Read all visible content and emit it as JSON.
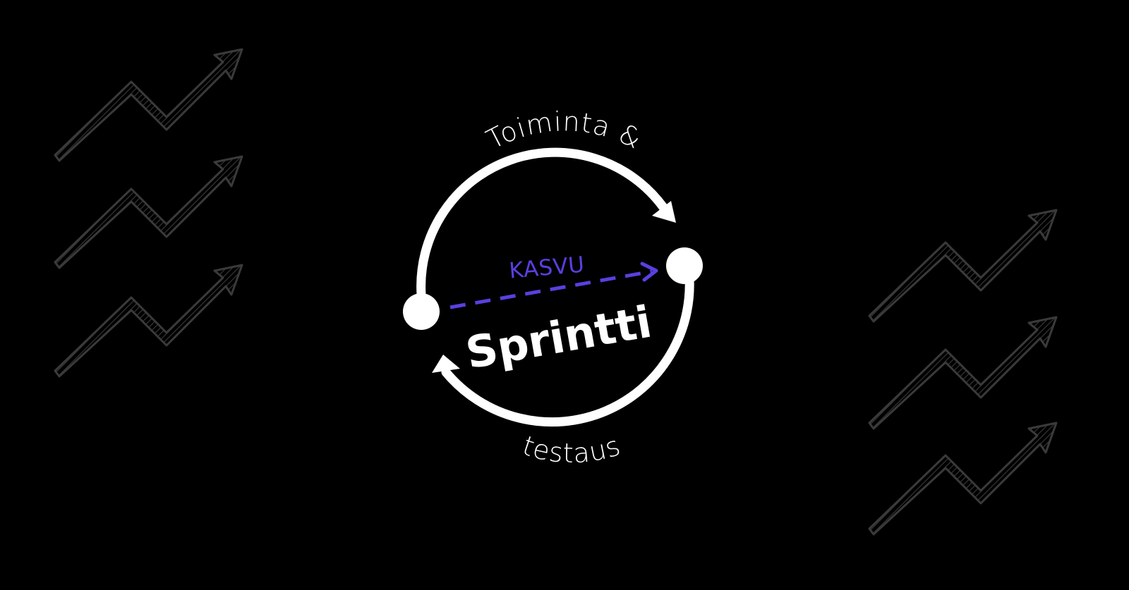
{
  "diagram": {
    "top_label": "Toiminta &",
    "bottom_label": "testaus",
    "growth_label": "KASVU",
    "center_title": "Sprintti"
  },
  "colors": {
    "background": "#000000",
    "cycle": "#ffffff",
    "accent": "#5b3fe0",
    "decor": "#3a3a3a"
  },
  "decorations": {
    "icon": "zigzag-up-arrow-icon",
    "left_count": 3,
    "right_count": 3
  }
}
